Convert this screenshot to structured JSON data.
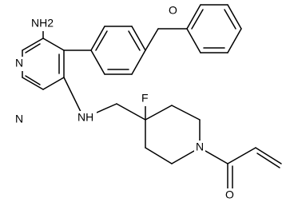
{
  "molecule": {
    "atoms": {
      "nh2": "NH2",
      "n_ring_upper": "N",
      "n_ring_lower": "N",
      "nh_linker": "NH",
      "o_ether": "O",
      "f": "F",
      "n_piperidine": "N",
      "o_carbonyl": "O"
    }
  }
}
